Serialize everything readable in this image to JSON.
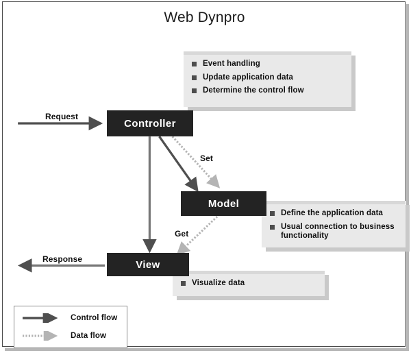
{
  "diagram": {
    "title": "Web Dynpro",
    "nodes": [
      {
        "id": "controller",
        "label": "Controller"
      },
      {
        "id": "model",
        "label": "Model"
      },
      {
        "id": "view",
        "label": "View"
      }
    ],
    "edge_labels": {
      "request": "Request",
      "response": "Response",
      "set": "Set",
      "get": "Get"
    },
    "callouts": {
      "controller": [
        "Event handling",
        "Update application data",
        "Determine the control flow"
      ],
      "model": [
        "Define the application data",
        "Usual connection to business functionality"
      ],
      "view": [
        "Visualize data"
      ]
    },
    "legend": {
      "items": [
        {
          "label": "Control flow",
          "style": "solid",
          "color": "#4f4f4f"
        },
        {
          "label": "Data flow",
          "style": "dotted",
          "color": "#b0b0b0"
        }
      ]
    },
    "colors": {
      "node_fill": "#232323",
      "node_text": "#ffffff",
      "callout_fill": "#e9e9e9",
      "callout_shadow": "#c9c9c9",
      "control_flow": "#4f4f4f",
      "data_flow": "#b0b0b0",
      "frame_border": "#4a4a4a",
      "background": "#ffffff"
    }
  }
}
